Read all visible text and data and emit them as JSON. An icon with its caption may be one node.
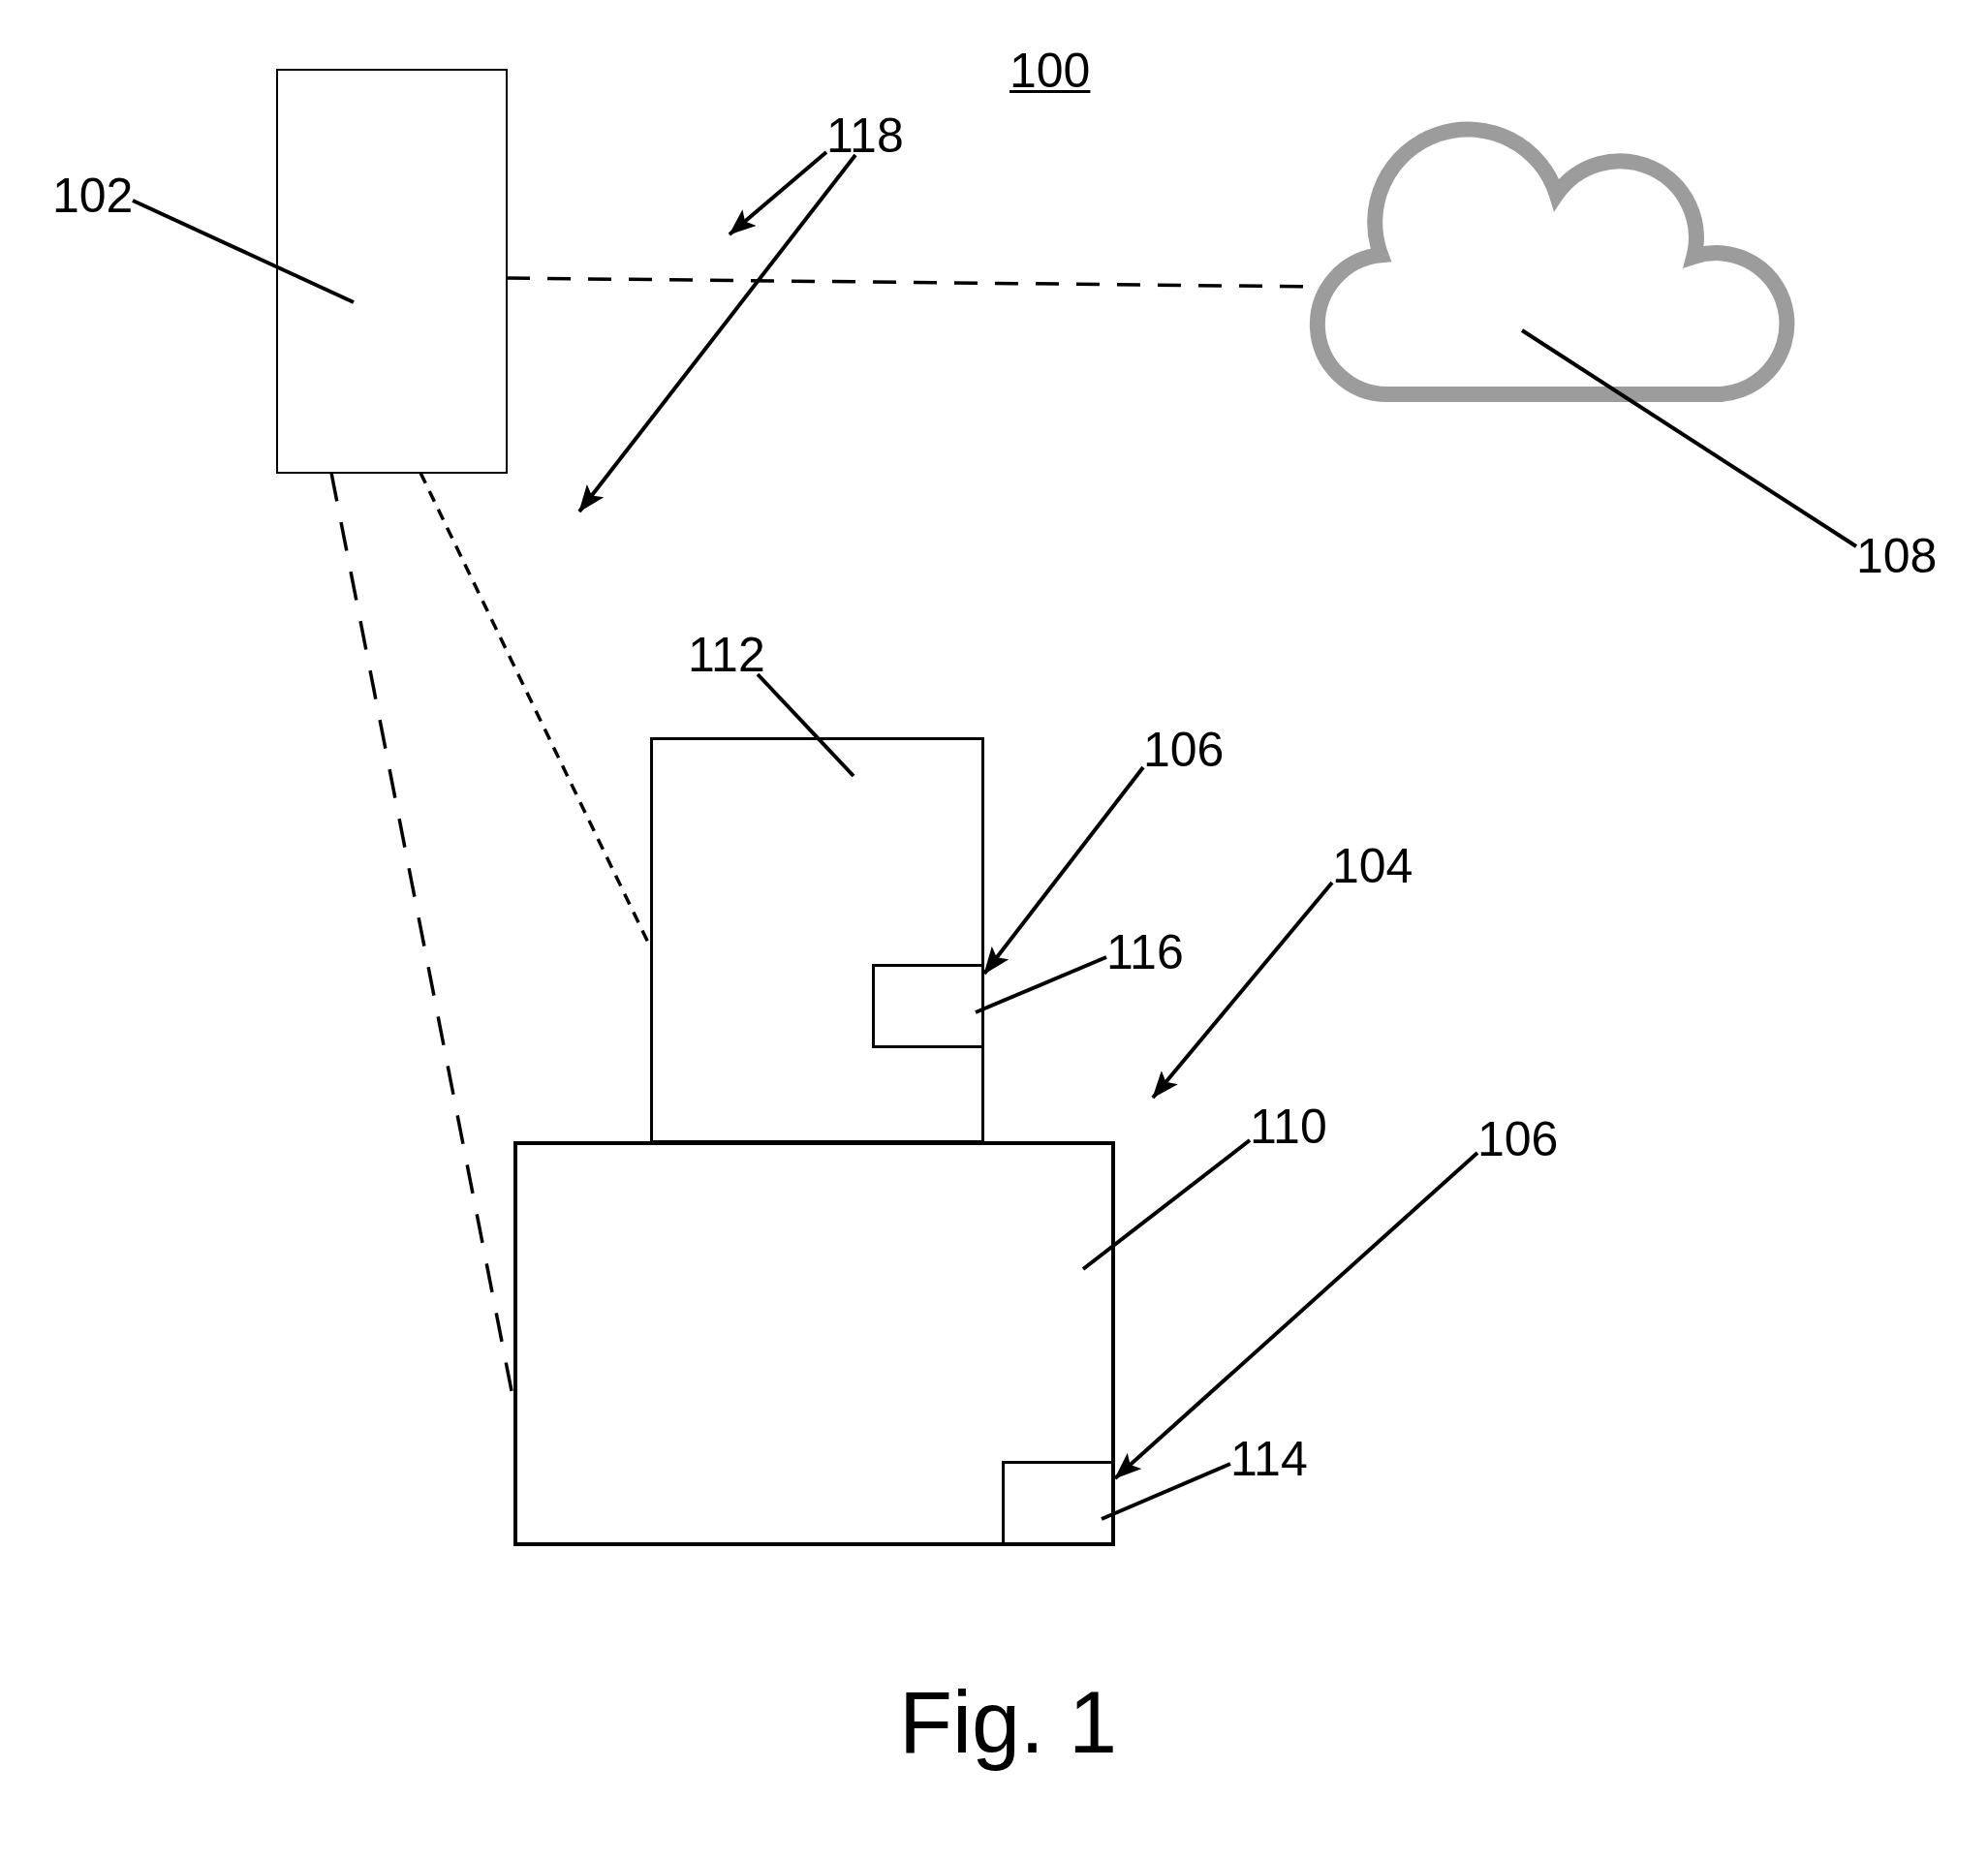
{
  "diagram": {
    "caption": "Fig. 1",
    "nodes": [
      {
        "text": [
          "102"
        ]
      },
      {
        "text": [],
        "shape": "box"
      },
      {
        "text": [
          "118"
        ]
      },
      {
        "text": [],
        "shape": "cloud"
      },
      {
        "text": [
          "108"
        ]
      },
      {
        "text": [
          "112"
        ]
      },
      {
        "text": [],
        "shape": "box"
      },
      {
        "text": [
          "106"
        ]
      },
      {
        "text": [
          "116"
        ]
      },
      {
        "text": [],
        "shape": "box",
        "in": 6
      },
      {
        "text": [
          "104"
        ]
      },
      {
        "text": [
          "110"
        ]
      },
      {
        "text": [
          "106"
        ]
      },
      {
        "text": [],
        "shape": "box"
      },
      {
        "text": [
          "114"
        ]
      },
      {
        "text": [],
        "shape": "box",
        "in": 13
      }
    ],
    "edges": [
      {
        "from": 0,
        "to": 1,
        "arrow": "none"
      },
      {
        "from": 2,
        "to": null,
        "arrow": "to"
      },
      {
        "from": 2,
        "to": null,
        "arrow": "to"
      },
      {
        "from": 1,
        "to": 3,
        "arrow": "none",
        "style": "dashed"
      },
      {
        "from": 4,
        "to": 3,
        "arrow": "none"
      },
      {
        "from": 1,
        "to": 6,
        "arrow": "none",
        "style": "dashed"
      },
      {
        "from": 1,
        "to": 13,
        "arrow": "none",
        "style": "dashed"
      },
      {
        "from": 5,
        "to": 6,
        "arrow": "none"
      },
      {
        "from": 7,
        "to": 9,
        "arrow": "to"
      },
      {
        "from": 8,
        "to": 9,
        "arrow": "none"
      },
      {
        "from": 10,
        "to": null,
        "arrow": "to"
      },
      {
        "from": 11,
        "to": 13,
        "arrow": "none"
      },
      {
        "from": 12,
        "to": 15,
        "arrow": "to"
      },
      {
        "from": 14,
        "to": 15,
        "arrow": "none"
      }
    ],
    "labels": [
      "100"
    ]
  }
}
